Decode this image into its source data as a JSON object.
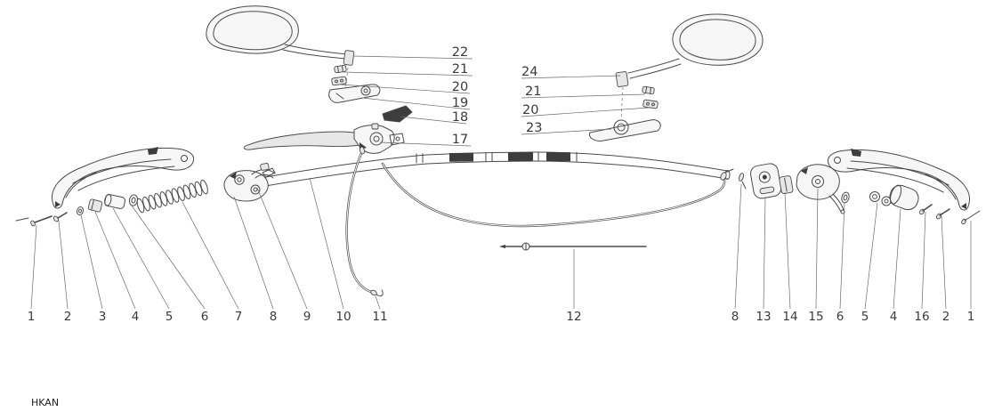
{
  "diagram": {
    "footer_code": "HKAN",
    "callouts": {
      "left_mirror_stack": [
        "22",
        "21",
        "20",
        "19",
        "18",
        "17"
      ],
      "right_mirror_stack": [
        "24",
        "21",
        "20",
        "23"
      ],
      "bottom_left_row": [
        "1",
        "2",
        "3",
        "4",
        "5",
        "6",
        "7",
        "8",
        "9",
        "10",
        "11"
      ],
      "bottom_center": [
        "12"
      ],
      "bottom_right_row": [
        "8",
        "13",
        "14",
        "15",
        "6",
        "5",
        "4",
        "16",
        "2",
        "1"
      ]
    },
    "colors": {
      "line": "#4a4a4a",
      "leader": "#6b6b6b",
      "dark_fill": "#3d3d3d",
      "light_fill": "#f6f6f6",
      "background": "#ffffff",
      "text": "#3a3a3a"
    }
  }
}
